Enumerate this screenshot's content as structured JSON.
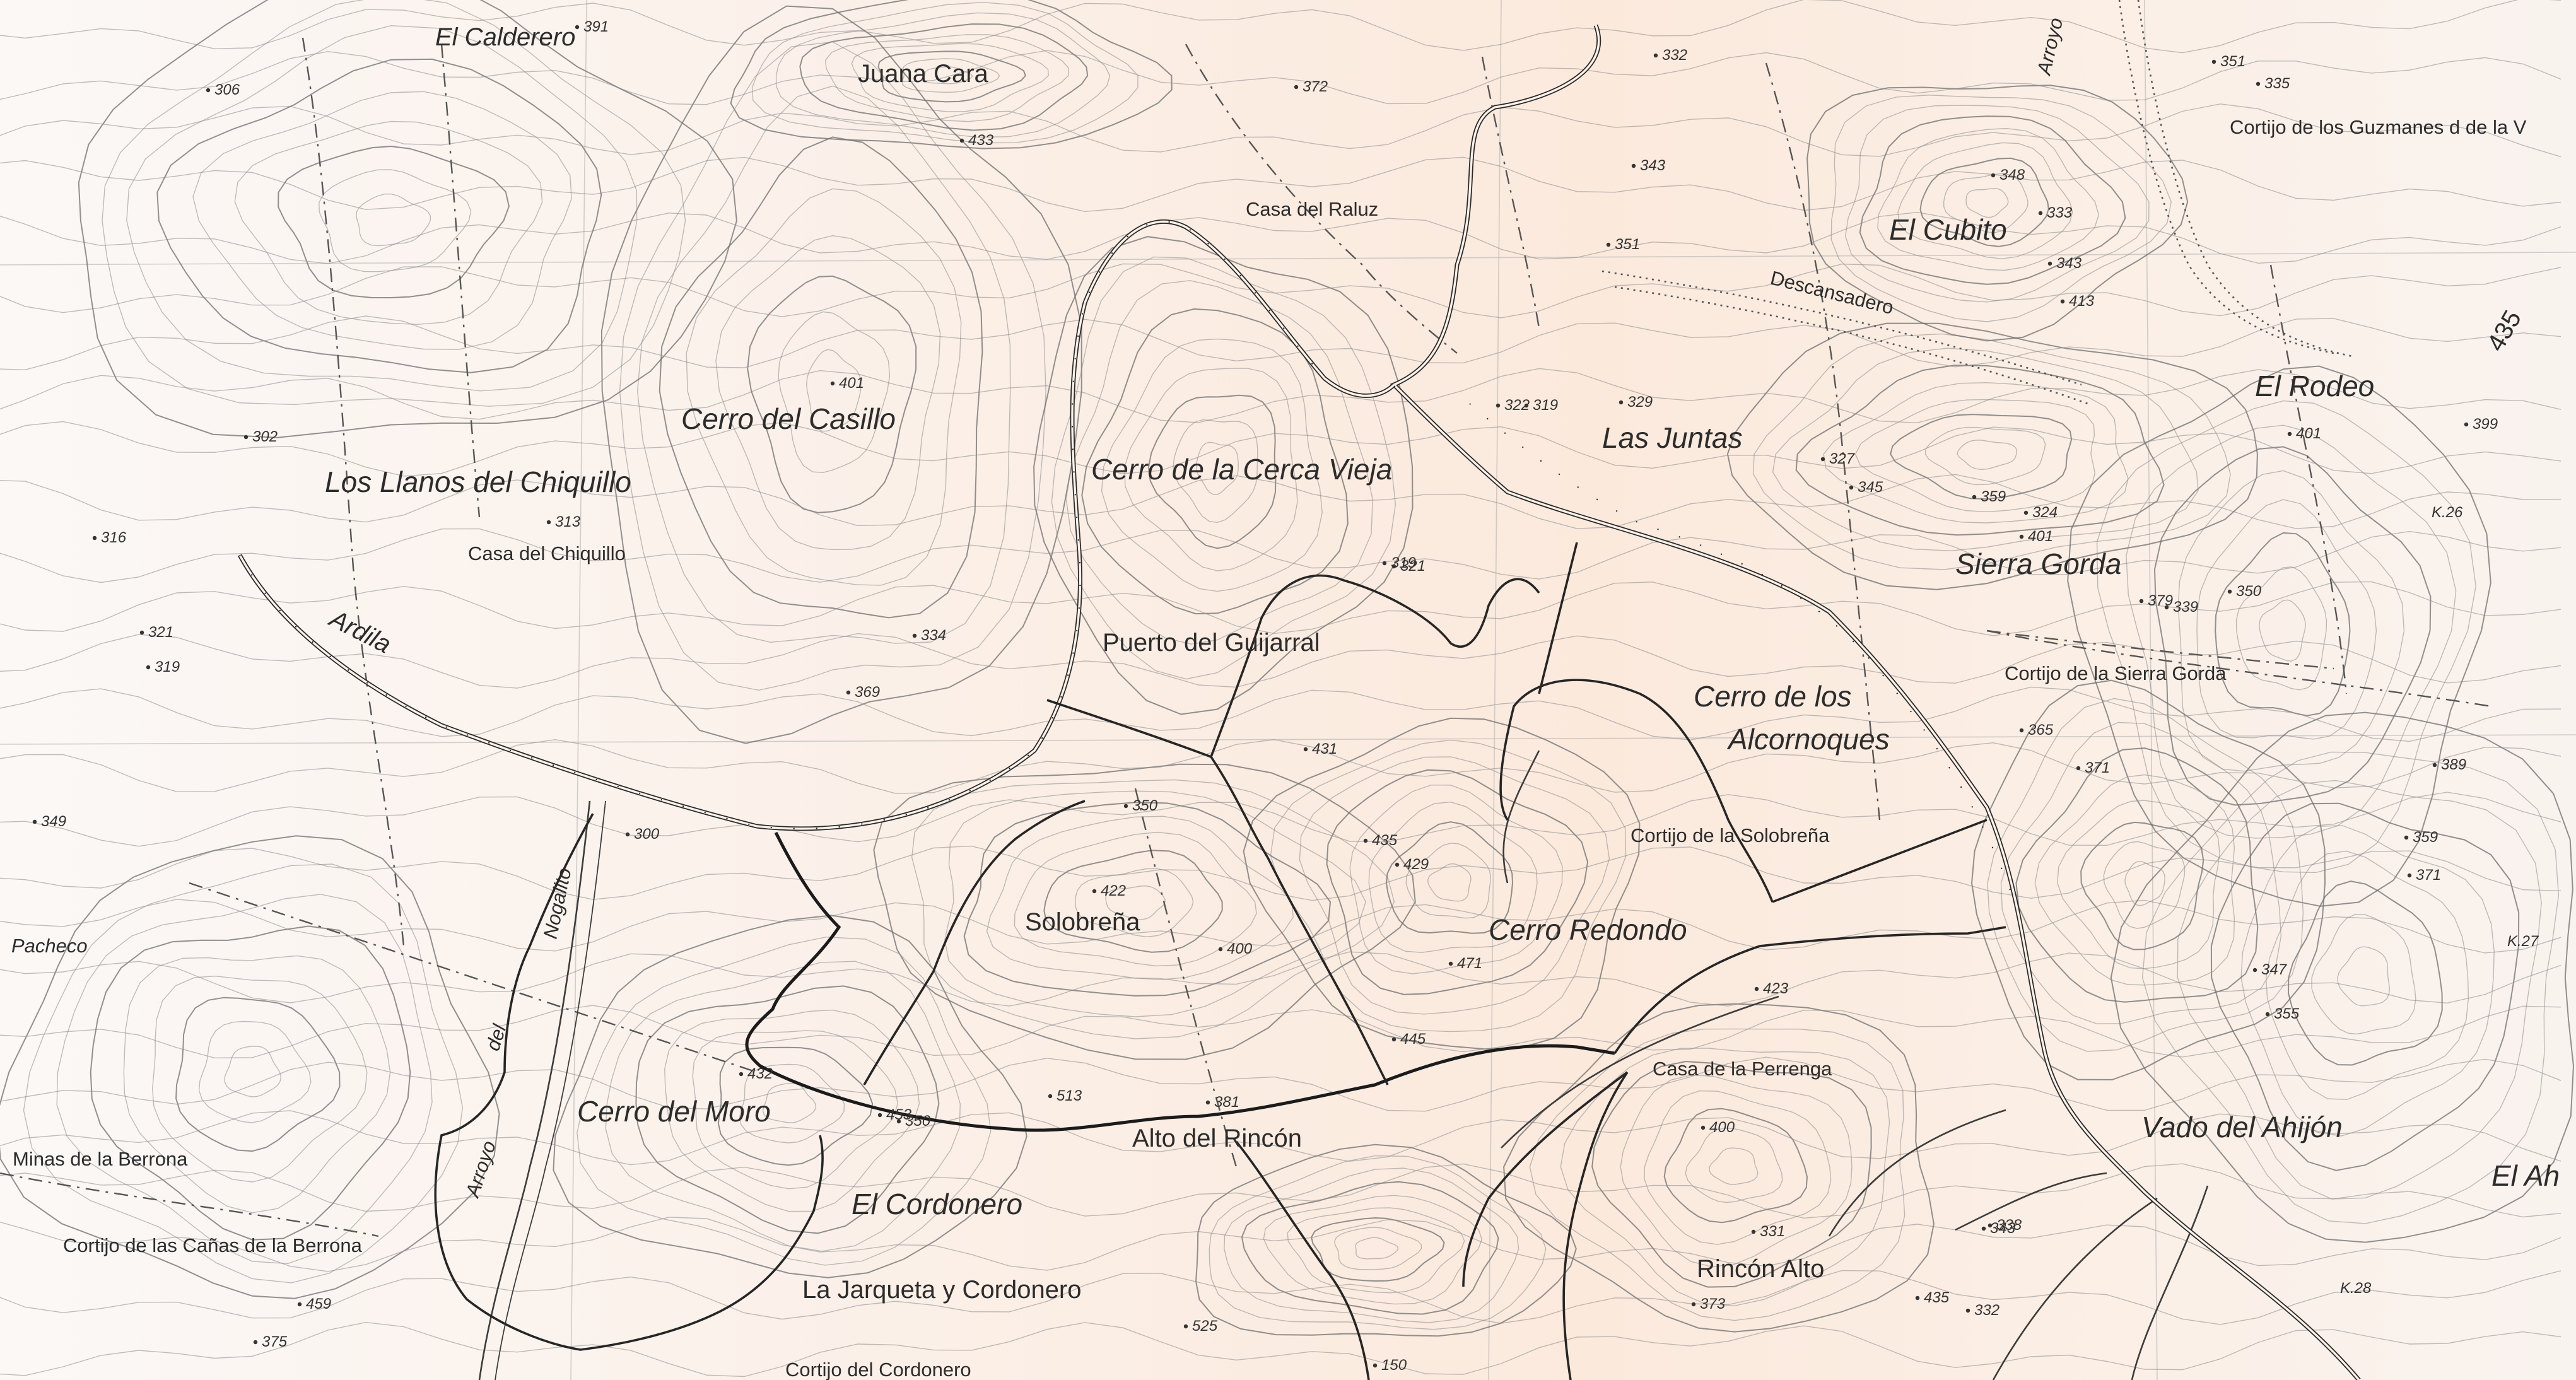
{
  "map": {
    "place_names": [
      {
        "text": "El Calderero"
      },
      {
        "text": "Juana Cara"
      },
      {
        "text": "Casa del Raluz"
      },
      {
        "text": "El Cubito"
      },
      {
        "text": "Cortijo de los Guzmanes d de la V"
      },
      {
        "text": "Descansadero"
      },
      {
        "text": "Arroyo"
      },
      {
        "text": "Cerro del Casillo"
      },
      {
        "text": "Los Llanos del Chiquillo"
      },
      {
        "text": "Casa del Chiquillo"
      },
      {
        "text": "Cerro de la Cerca Vieja"
      },
      {
        "text": "Las Juntas"
      },
      {
        "text": "El Rodeo"
      },
      {
        "text": "Sierra Gorda"
      },
      {
        "text": "Cortijo de la Sierra Gorda"
      },
      {
        "text": "Ardila"
      },
      {
        "text": "Puerto del Guijarral"
      },
      {
        "text": "Cerro de los"
      },
      {
        "text": "Alcornoques"
      },
      {
        "text": "Cortijo de la Solobreña"
      },
      {
        "text": "Solobreña"
      },
      {
        "text": "Cerro Redondo"
      },
      {
        "text": "Pacheco"
      },
      {
        "text": "Nogalito"
      },
      {
        "text": "Arroyo"
      },
      {
        "text": "del"
      },
      {
        "text": "Cerro del Moro"
      },
      {
        "text": "Casa de la Perrenga"
      },
      {
        "text": "Alto del Rincón"
      },
      {
        "text": "Minas de la Berrona"
      },
      {
        "text": "El Cordonero"
      },
      {
        "text": "Vado del Ahijón"
      },
      {
        "text": "El Ah"
      },
      {
        "text": "Cortijo de las Cañas de la Berrona"
      },
      {
        "text": "La Jarqueta y Cordonero"
      },
      {
        "text": "Rincón Alto"
      },
      {
        "text": "Cortijo del Cordonero"
      }
    ],
    "road_marks": [
      "K.26",
      "K.27",
      "K.28",
      "435"
    ],
    "spot_heights": [
      "391",
      "306",
      "433",
      "372",
      "332",
      "351",
      "335",
      "343",
      "348",
      "351",
      "333",
      "343",
      "413",
      "401",
      "302",
      "316",
      "313",
      "321",
      "319",
      "329",
      "322",
      "319",
      "327",
      "401",
      "345",
      "359",
      "324",
      "401",
      "399",
      "379",
      "350",
      "339",
      "369",
      "334",
      "321",
      "319",
      "431",
      "435",
      "429",
      "350",
      "422",
      "400",
      "471",
      "445",
      "365",
      "371",
      "389",
      "359",
      "371",
      "347",
      "355",
      "349",
      "300",
      "432",
      "453",
      "513",
      "381",
      "350",
      "423",
      "400",
      "331",
      "343",
      "338",
      "332",
      "375",
      "459",
      "525",
      "150",
      "373",
      "435"
    ]
  }
}
